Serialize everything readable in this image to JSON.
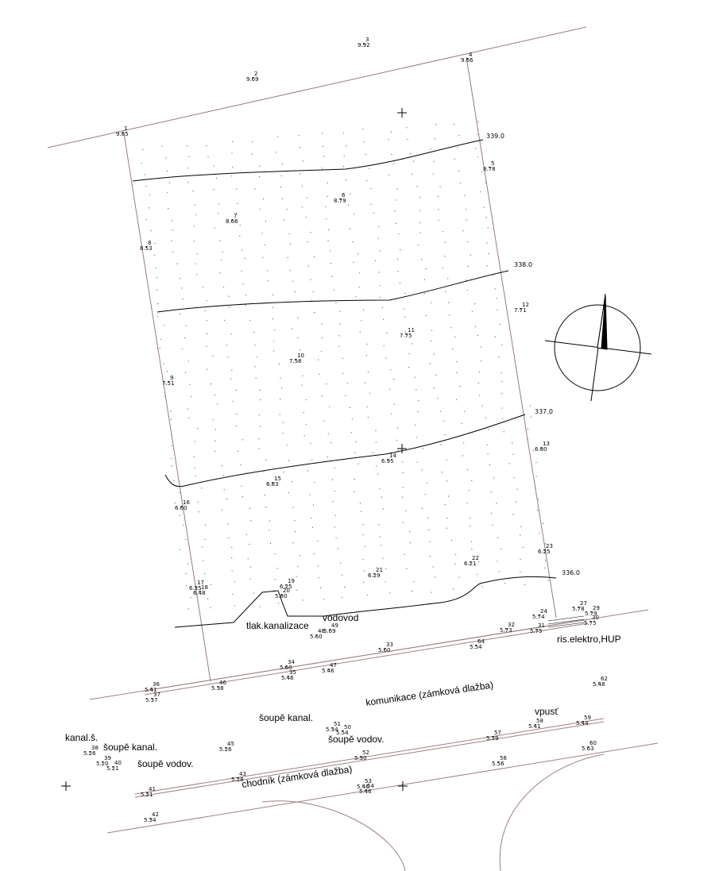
{
  "colors": {
    "parcel": "#9a7a7a",
    "road": "#a08080",
    "contour": "#000000",
    "text": "#000000"
  },
  "contours": [
    {
      "id": "c339",
      "label": "339.0"
    },
    {
      "id": "c338",
      "label": "338.0"
    },
    {
      "id": "c337",
      "label": "337.0"
    },
    {
      "id": "c336",
      "label": "336.0"
    }
  ],
  "annotations": [
    {
      "id": "tlak-kanalizace",
      "text": "tlak.kanalizace"
    },
    {
      "id": "vodovod",
      "text": "vodovod"
    },
    {
      "id": "ris-elektro",
      "text": "ris.elektro,HUP"
    },
    {
      "id": "komunikace",
      "text": "komunikace (zámková dlažba)"
    },
    {
      "id": "soupe-kanal-1",
      "text": "šoupě kanal."
    },
    {
      "id": "vpust",
      "text": "vpusť"
    },
    {
      "id": "soupe-vodov-1",
      "text": "šoupě vodov."
    },
    {
      "id": "kanal-s",
      "text": "kanal.š."
    },
    {
      "id": "soupe-kanal-2",
      "text": "šoupě kanal."
    },
    {
      "id": "soupe-vodov-2",
      "text": "šoupě vodov."
    },
    {
      "id": "chodnik",
      "text": "chodník (zámková dlažba)"
    }
  ],
  "points": [
    {
      "n": "1",
      "v": "9.85"
    },
    {
      "n": "2",
      "v": "9.69"
    },
    {
      "n": "3",
      "v": "9.92"
    },
    {
      "n": "4",
      "v": "9.66"
    },
    {
      "n": "5",
      "v": "8.78"
    },
    {
      "n": "6",
      "v": "8.79"
    },
    {
      "n": "7",
      "v": "8.66"
    },
    {
      "n": "8",
      "v": "8.53"
    },
    {
      "n": "9",
      "v": "7.51"
    },
    {
      "n": "10",
      "v": "7.58"
    },
    {
      "n": "11",
      "v": "7.75"
    },
    {
      "n": "12",
      "v": "7.71"
    },
    {
      "n": "13",
      "v": "6.80"
    },
    {
      "n": "14",
      "v": "6.95"
    },
    {
      "n": "15",
      "v": "6.83"
    },
    {
      "n": "16",
      "v": "6.60"
    },
    {
      "n": "17",
      "v": "6.35"
    },
    {
      "n": "18",
      "v": "6.48"
    },
    {
      "n": "19",
      "v": "6.25"
    },
    {
      "n": "20",
      "v": "5.80"
    },
    {
      "n": "21",
      "v": "6.29"
    },
    {
      "n": "22",
      "v": "6.21"
    },
    {
      "n": "23",
      "v": "6.25"
    },
    {
      "n": "24",
      "v": "5.74"
    },
    {
      "n": "27",
      "v": "5.78"
    },
    {
      "n": "29",
      "v": "5.79"
    },
    {
      "n": "30",
      "v": "5.75"
    },
    {
      "n": "31",
      "v": "5.75"
    },
    {
      "n": "32",
      "v": "5.73"
    },
    {
      "n": "33",
      "v": "5.60"
    },
    {
      "n": "34",
      "v": "5.60"
    },
    {
      "n": "35",
      "v": "5.46"
    },
    {
      "n": "36",
      "v": "5.41"
    },
    {
      "n": "37",
      "v": "5.37"
    },
    {
      "n": "38",
      "v": "5.26"
    },
    {
      "n": "39",
      "v": "5.20"
    },
    {
      "n": "40",
      "v": "5.21"
    },
    {
      "n": "41",
      "v": "5.21"
    },
    {
      "n": "42",
      "v": "5.34"
    },
    {
      "n": "43",
      "v": "5.28"
    },
    {
      "n": "45",
      "v": "5.26"
    },
    {
      "n": "46",
      "v": "5.38"
    },
    {
      "n": "47",
      "v": "5.46"
    },
    {
      "n": "48",
      "v": "5.60"
    },
    {
      "n": "49",
      "v": "5.69"
    },
    {
      "n": "50",
      "v": "5.54"
    },
    {
      "n": "51",
      "v": "5.34"
    },
    {
      "n": "52",
      "v": "5.30"
    },
    {
      "n": "53",
      "v": "5.46"
    },
    {
      "n": "54",
      "v": "5.46"
    },
    {
      "n": "56",
      "v": "5.56"
    },
    {
      "n": "57",
      "v": "5.39"
    },
    {
      "n": "58",
      "v": "5.41"
    },
    {
      "n": "59",
      "v": "5.44"
    },
    {
      "n": "60",
      "v": "5.63"
    },
    {
      "n": "62",
      "v": "5.48"
    },
    {
      "n": "64",
      "v": "5.54"
    }
  ]
}
